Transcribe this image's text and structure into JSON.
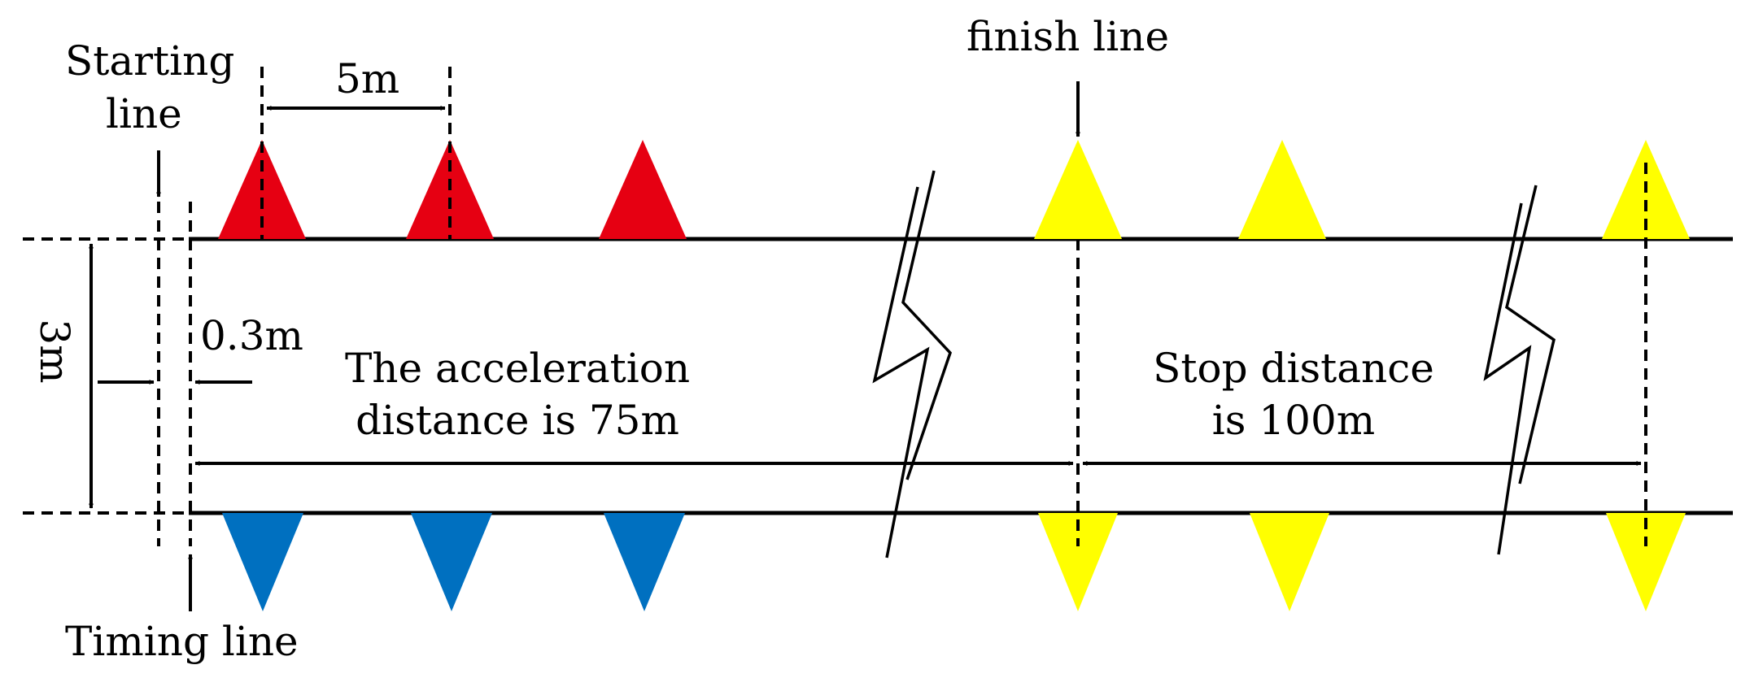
{
  "labels": {
    "starting_line_1": "Starting",
    "starting_line_2": "line",
    "spacing": "5m",
    "finish_line": "finish line",
    "gap": "0.3m",
    "lane_width": "3m",
    "acceleration_1": "The acceleration",
    "acceleration_2": "distance is 75m",
    "stop_1": "Stop distance",
    "stop_2": "is 100m",
    "timing_line": "Timing line"
  },
  "colors": {
    "red_cone": "#e60012",
    "blue_cone": "#0070c0",
    "yellow_cone": "#ffff00",
    "line": "#000000",
    "background": "#ffffff"
  }
}
